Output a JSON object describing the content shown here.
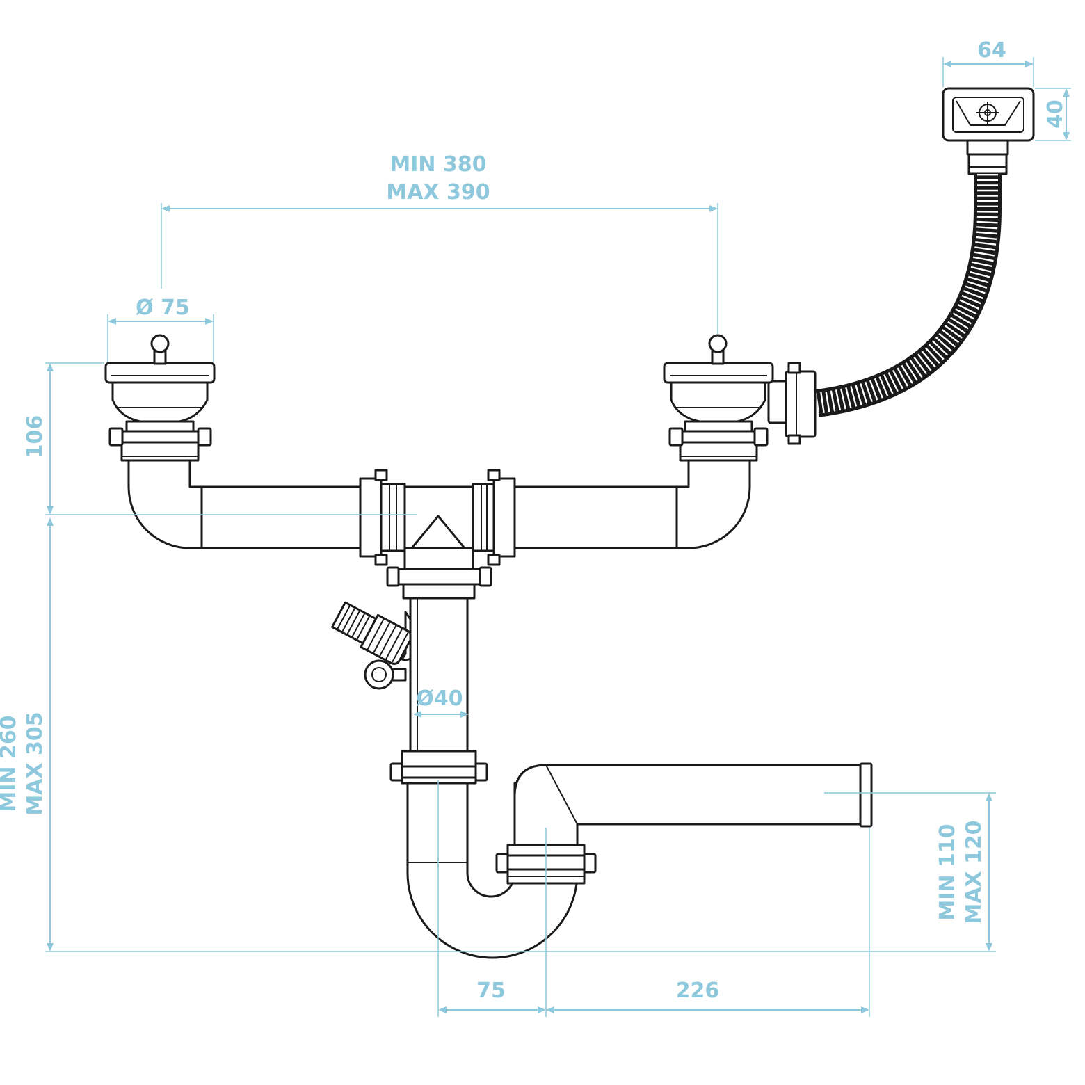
{
  "dimensions": {
    "overflow_width": "64",
    "overflow_height": "40",
    "distance_min": "MIN 380",
    "distance_max": "MAX 390",
    "strainer_diameter": "Ø 75",
    "strainer_height": "106",
    "total_height_min": "MIN 260",
    "total_height_max": "MAX 305",
    "pipe_diameter": "Ø40",
    "outlet_height_min": "MIN 110",
    "outlet_height_max": "MAX 120",
    "trap_offset": "75",
    "outlet_length": "226"
  },
  "colors": {
    "line": "#1a1a1a",
    "dimension": "#8ec8dc",
    "background": "#ffffff"
  }
}
